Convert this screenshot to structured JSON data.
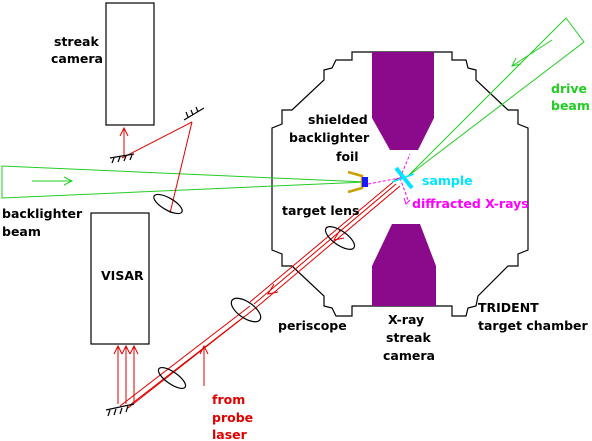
{
  "labels": {
    "streak_camera_line1": "streak",
    "streak_camera_line2": "camera",
    "shielded_line1": "shielded",
    "shielded_line2": "backlighter",
    "shielded_line3": "foil",
    "drive_beam_line1": "drive",
    "drive_beam_line2": "beam",
    "sample": "sample",
    "diffracted_xrays": "diffracted X-rays",
    "backlighter_beam_line1": "backlighter",
    "backlighter_beam_line2": "beam",
    "target_lens": "target lens",
    "visar": "VISAR",
    "trident_line1": "TRIDENT",
    "trident_line2": "target chamber",
    "periscope": "periscope",
    "xray_streak_line1": "X-ray",
    "xray_streak_line2": "streak",
    "xray_streak_line3": "camera",
    "from_probe_line1": "from",
    "from_probe_line2": "probe",
    "from_probe_line3": "laser"
  },
  "colors": {
    "outline": "#000000",
    "probe_laser": "#e00000",
    "green_beams": "#22cc22",
    "streak_camera_body": "#8b0a8b",
    "diffracted_xrays": "#ff00ff",
    "sample": "#00e5ff",
    "backlighter_foil": "#1a1aff",
    "foil_shield": "#c8a000"
  }
}
